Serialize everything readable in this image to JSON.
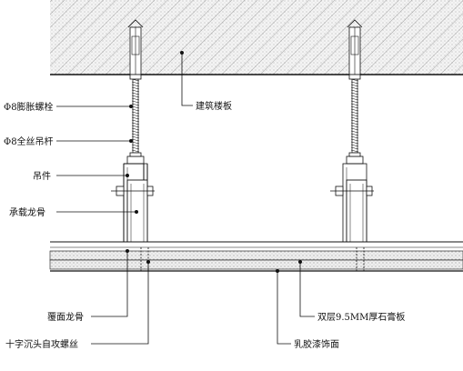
{
  "labels": {
    "expansion_bolt": "Φ8膨胀螺栓",
    "threaded_rod": "Φ8全丝吊杆",
    "hanger": "吊件",
    "main_keel": "承载龙骨",
    "cover_keel": "覆面龙骨",
    "screw": "十字沉头自攻螺丝",
    "slab": "建筑楼板",
    "gypsum_board": "双层9.5MM厚石膏板",
    "finish": "乳胶漆饰面"
  },
  "colors": {
    "line": "#111111",
    "hatch": "#555555",
    "slab_fill": "#f4f4f4",
    "board_fill": "#efefef"
  }
}
